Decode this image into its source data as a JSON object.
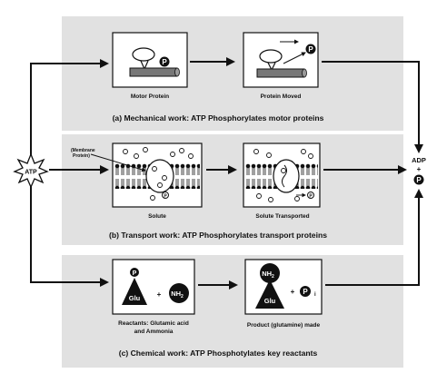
{
  "atp_label": "ATP",
  "adp": {
    "label": "ADP",
    "plus": "+",
    "p": "P"
  },
  "p_symbol": "P",
  "panel_a": {
    "left_caption": "Motor Protein",
    "right_caption": "Protein Moved",
    "title": "(a) Mechanical work: ATP Phosphorylates motor proteins"
  },
  "panel_b": {
    "membrane_label_1": "(Membrane",
    "membrane_label_2": "Protein)",
    "left_caption": "Solute",
    "right_caption": "Solute Transported",
    "title": "(b) Transport work: ATP Phosphorylates transport proteins"
  },
  "panel_c": {
    "glu": "Glu",
    "nh2": "NH",
    "nh2_sub": "2",
    "plus": "+",
    "pi": "P",
    "pi_sub": "i",
    "left_caption_1": "Reactants: Glutamic acid",
    "left_caption_2": "and Ammonia",
    "right_caption": "Product (glutamine) made",
    "title": "(c) Chemical work: ATP Phosphotylates key reactants"
  },
  "colors": {
    "panel_bg": "#e1e1e1",
    "ink": "#111111",
    "box_bg": "#ffffff"
  }
}
